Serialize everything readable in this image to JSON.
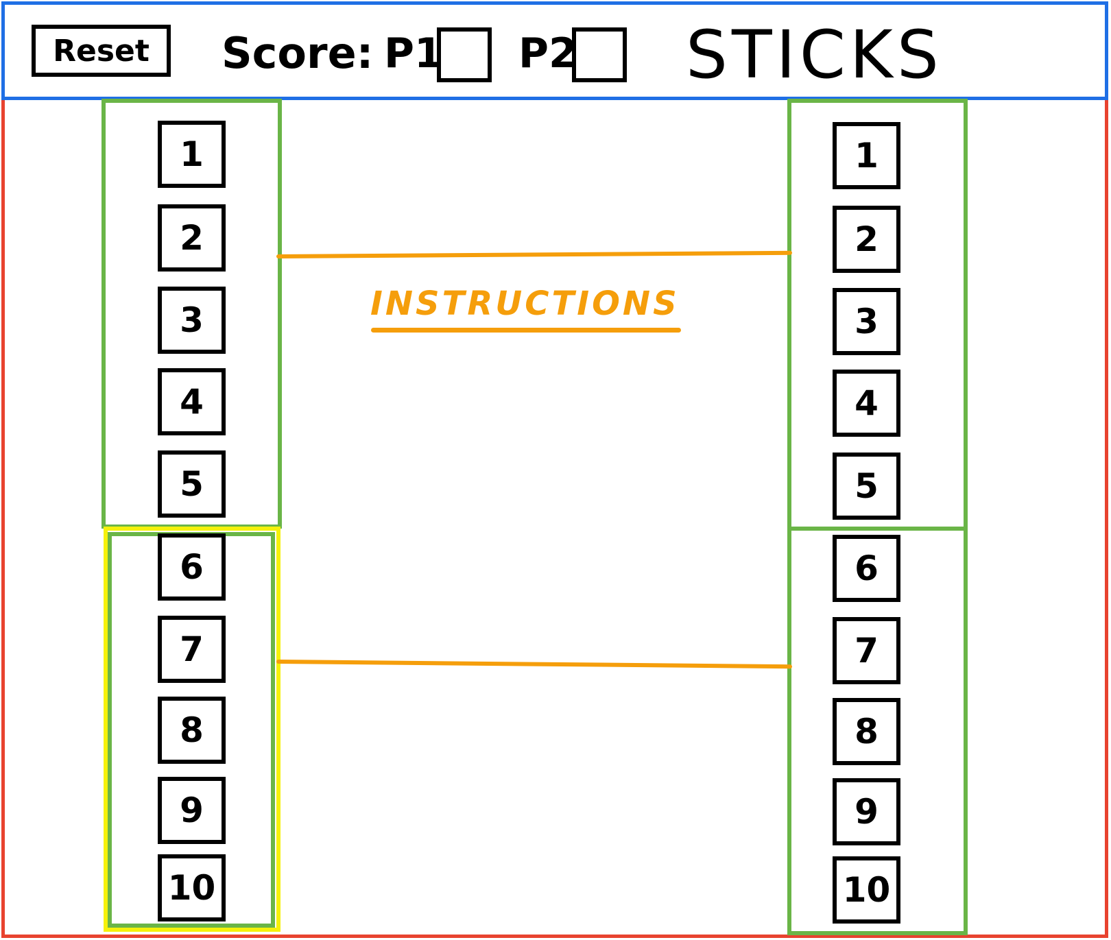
{
  "header": {
    "reset_label": "Reset",
    "score_label": "Score:",
    "p1_label": "P1",
    "p2_label": "P2",
    "p1_score": "",
    "p2_score": "",
    "title": "STICKS"
  },
  "instructions_label": "INSTRUCTIONS",
  "left_column": {
    "sticks": [
      "1",
      "2",
      "3",
      "4",
      "5",
      "6",
      "7",
      "8",
      "9",
      "10"
    ]
  },
  "right_column": {
    "sticks": [
      "1",
      "2",
      "3",
      "4",
      "5",
      "6",
      "7",
      "8",
      "9",
      "10"
    ]
  },
  "colors": {
    "header_border": "#1f6fe5",
    "page_border": "#e8432f",
    "group_border": "#6ab547",
    "highlight_border": "#f5f10a",
    "accent": "#f59e0b",
    "stick_border": "#000000"
  }
}
